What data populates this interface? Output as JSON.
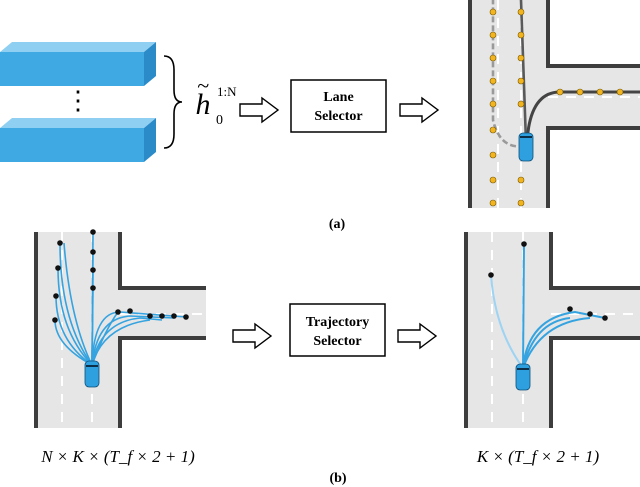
{
  "panel_a": {
    "feature_symbol": "h",
    "feature_tilde": "~",
    "feature_sub": "0",
    "feature_sup": "1:N",
    "stack_dots": "⋮",
    "selector_line1": "Lane",
    "selector_line2": "Selector",
    "caption": "(a)"
  },
  "panel_b": {
    "selector_line1": "Trajectory",
    "selector_line2": "Selector",
    "formula_left": "N × K × (T_f × 2 + 1)",
    "formula_right": "K × (T_f × 2 + 1)",
    "caption": "(b)"
  },
  "colors": {
    "road": "#e6e6e6",
    "road_edge": "#3d3d3d",
    "lane_mark": "#ffffff",
    "block_front": "#3fa9e4",
    "block_top": "#8fd0f2",
    "block_side": "#2b8ac8",
    "traj": "#35a3e0",
    "traj_light": "#9dd3f3",
    "lane_dot": "#f2b51f",
    "endpoint": "#111111",
    "vehicle": "#2ea0df"
  }
}
